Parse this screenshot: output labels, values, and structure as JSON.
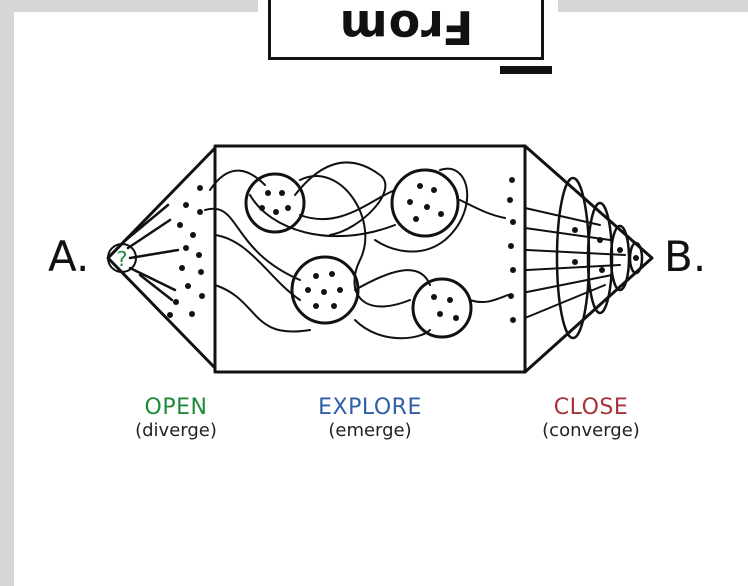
{
  "stamp": {
    "word": "From",
    "tag": ""
  },
  "endpoints": {
    "start": "A.",
    "end": "B."
  },
  "center_mark": "?",
  "phases": [
    {
      "title": "OPEN",
      "subtitle": "(diverge)",
      "color": "#1f8a3a"
    },
    {
      "title": "EXPLORE",
      "subtitle": "(emerge)",
      "color": "#2f5fa8"
    },
    {
      "title": "CLOSE",
      "subtitle": "(converge)",
      "color": "#a8323a"
    }
  ]
}
